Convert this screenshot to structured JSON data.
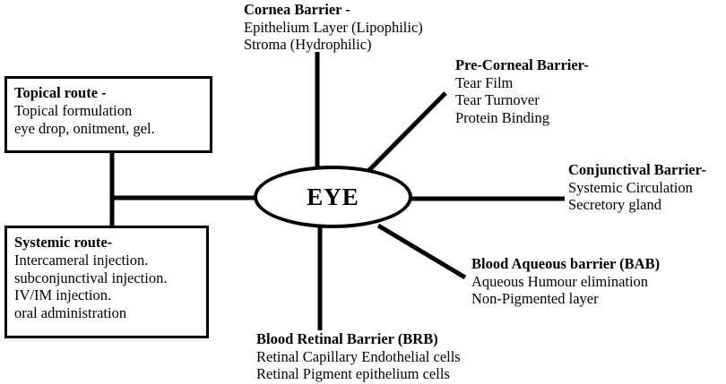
{
  "diagram": {
    "center_label": "EYE",
    "boxes": [
      {
        "id": "topical-route",
        "heading": "Topical route -",
        "lines": [
          "Topical formulation",
          "eye drop, onitment, gel."
        ]
      },
      {
        "id": "systemic-route",
        "heading": "Systemic route-",
        "lines": [
          "Intercameral injection.",
          "subconjunctival injection.",
          "IV/IM injection.",
          "oral administration"
        ]
      }
    ],
    "barriers": [
      {
        "id": "cornea-barrier",
        "heading": "Cornea Barrier -",
        "lines": [
          "Epithelium Layer (Lipophilic)",
          "Stroma (Hydrophilic)"
        ]
      },
      {
        "id": "pre-corneal-barrier",
        "heading": "Pre-Corneal Barrier-",
        "lines": [
          "Tear Film",
          "Tear Turnover",
          "Protein Binding"
        ]
      },
      {
        "id": "conjunctival-barrier",
        "heading": "Conjunctival Barrier-",
        "lines": [
          "Systemic Circulation",
          "Secretory gland"
        ]
      },
      {
        "id": "blood-aqueous-barrier",
        "heading": "Blood Aqueous barrier (BAB)",
        "lines": [
          "Aqueous Humour elimination",
          "Non-Pigmented layer"
        ]
      },
      {
        "id": "blood-retinal-barrier",
        "heading": "Blood Retinal Barrier (BRB)",
        "lines": [
          "Retinal Capillary Endothelial cells",
          "Retinal Pigment epithelium cells"
        ]
      }
    ],
    "colors": {
      "stroke": "#000000",
      "background": "#ffffff",
      "text": "#000000"
    }
  }
}
